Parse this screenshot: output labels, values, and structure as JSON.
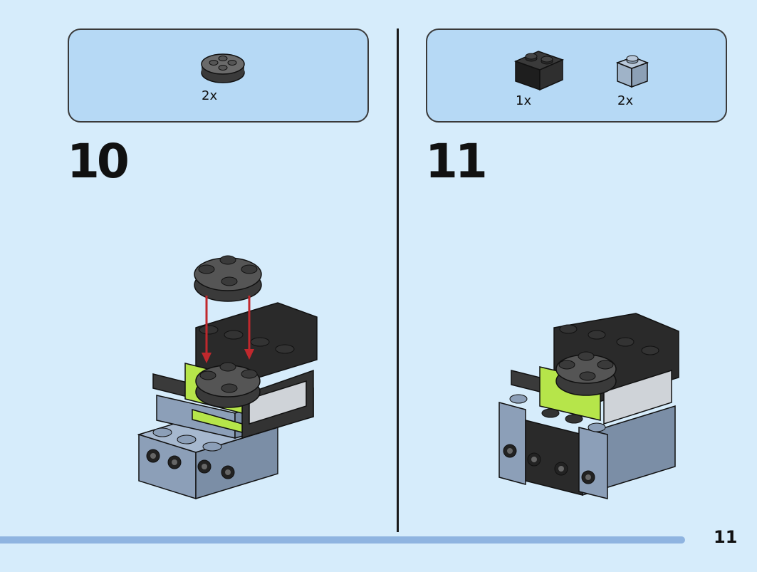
{
  "page": {
    "number": "11",
    "background": "#d6ecfb",
    "progress": 0.905
  },
  "steps": [
    {
      "number": "10",
      "parts": [
        {
          "icon": "round-plate-2x2-dark-grey-icon",
          "quantity": "2x",
          "color": "#5a5a5a"
        }
      ]
    },
    {
      "number": "11",
      "parts": [
        {
          "icon": "brick-1x2-black-icon",
          "quantity": "1x",
          "color": "#2a2a2a"
        },
        {
          "icon": "brick-1x1-sand-blue-icon",
          "quantity": "2x",
          "color": "#9fb3c8"
        }
      ]
    }
  ],
  "colors": {
    "parts_box": "#b6d9f5",
    "arrow": "#c0282d",
    "lime": "#b6e54a",
    "sand_blue": "#8c9fb8",
    "black": "#2a2a2a",
    "dark_grey": "#4a4a4a"
  }
}
